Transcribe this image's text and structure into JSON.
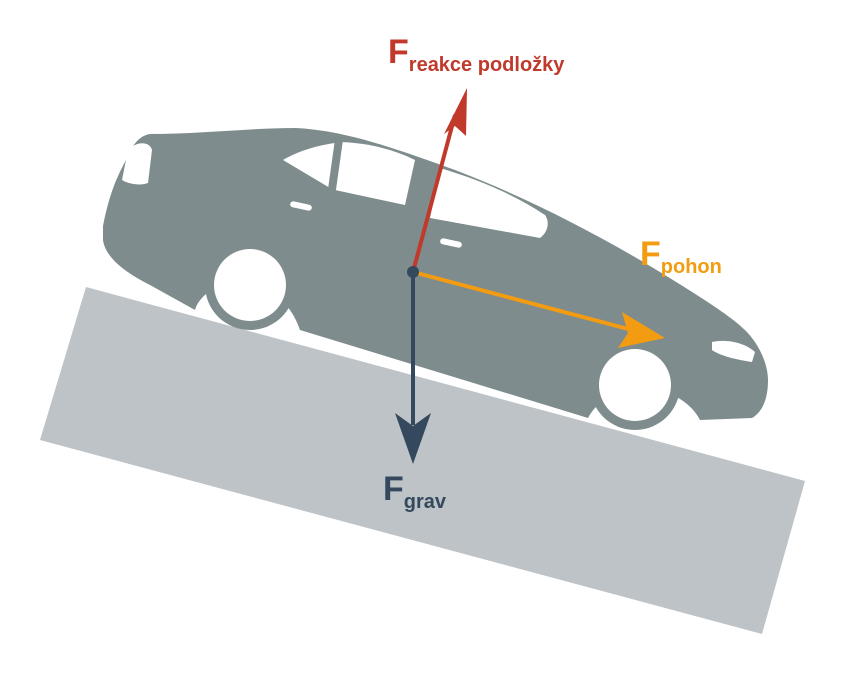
{
  "forces": [
    {
      "id": "reaction",
      "symbol": "F",
      "subscript": "reakce podložky",
      "color": "#c0392b"
    },
    {
      "id": "drive",
      "symbol": "F",
      "subscript": "pohon",
      "color": "#f39c12"
    },
    {
      "id": "gravity",
      "symbol": "F",
      "subscript": "grav",
      "color": "#34495e"
    }
  ],
  "colors": {
    "car_body": "#7f8c8d",
    "ground": "#bdc3c7",
    "background": "#ffffff"
  }
}
